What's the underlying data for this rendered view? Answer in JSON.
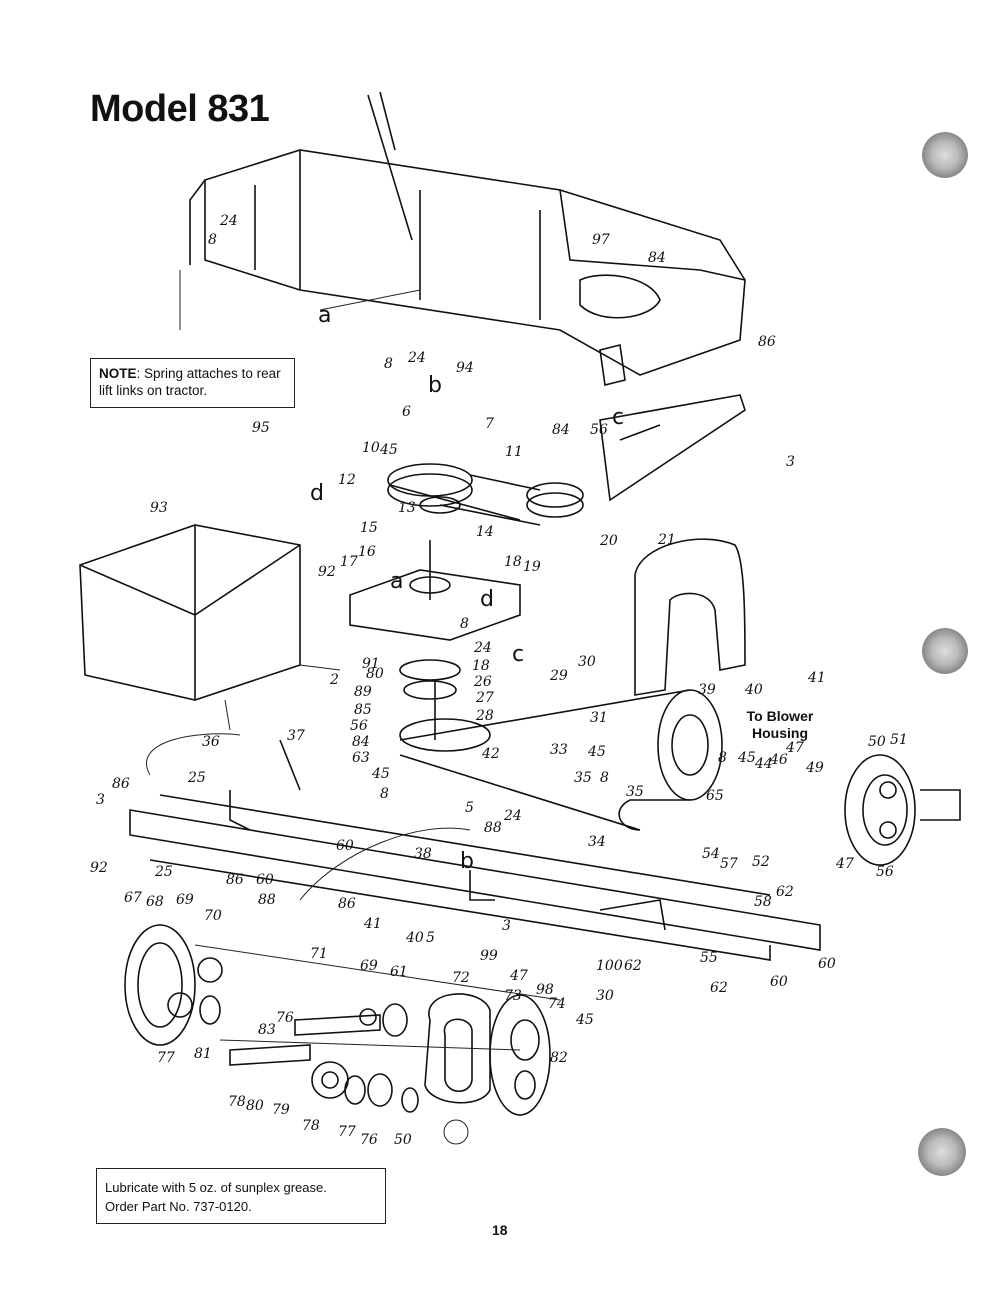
{
  "title": "Model 831",
  "note": {
    "bold": "NOTE",
    "text": ": Spring attaches to rear lift links on tractor."
  },
  "lubricate": {
    "line1": "Lubricate with 5 oz. of sunplex grease.",
    "line2": "Order Part No. 737-0120."
  },
  "blower_label": {
    "line1": "To Blower",
    "line2": "Housing"
  },
  "page_number": "18",
  "letters": [
    "a",
    "b",
    "c",
    "d",
    "c",
    "d",
    "b",
    "a"
  ],
  "callouts": [
    "24",
    "8",
    "97",
    "84",
    "8",
    "24",
    "94",
    "86",
    "84",
    "56",
    "3",
    "6",
    "7",
    "10",
    "45",
    "11",
    "12",
    "95",
    "13",
    "14",
    "20",
    "93",
    "15",
    "16",
    "18",
    "19",
    "92",
    "17",
    "21",
    "8",
    "24",
    "91",
    "80",
    "18",
    "2",
    "89",
    "26",
    "85",
    "27",
    "56",
    "84",
    "63",
    "28",
    "29",
    "30",
    "39",
    "40",
    "41",
    "31",
    "45",
    "42",
    "33",
    "36",
    "37",
    "45",
    "8",
    "5",
    "86",
    "25",
    "3",
    "92",
    "25",
    "86",
    "60",
    "60",
    "88",
    "38",
    "88",
    "24",
    "34",
    "35",
    "8",
    "35",
    "65",
    "8",
    "45",
    "44",
    "46",
    "47",
    "49",
    "50",
    "51",
    "47",
    "56",
    "54",
    "57",
    "52",
    "62",
    "58",
    "60",
    "60",
    "62",
    "55",
    "62",
    "100",
    "47",
    "98",
    "30",
    "99",
    "3",
    "86",
    "41",
    "40",
    "5",
    "67",
    "68",
    "69",
    "70",
    "71",
    "69",
    "61",
    "72",
    "73",
    "74",
    "45",
    "82",
    "83",
    "76",
    "77",
    "81",
    "78",
    "80",
    "79",
    "78",
    "77",
    "76",
    "50"
  ]
}
